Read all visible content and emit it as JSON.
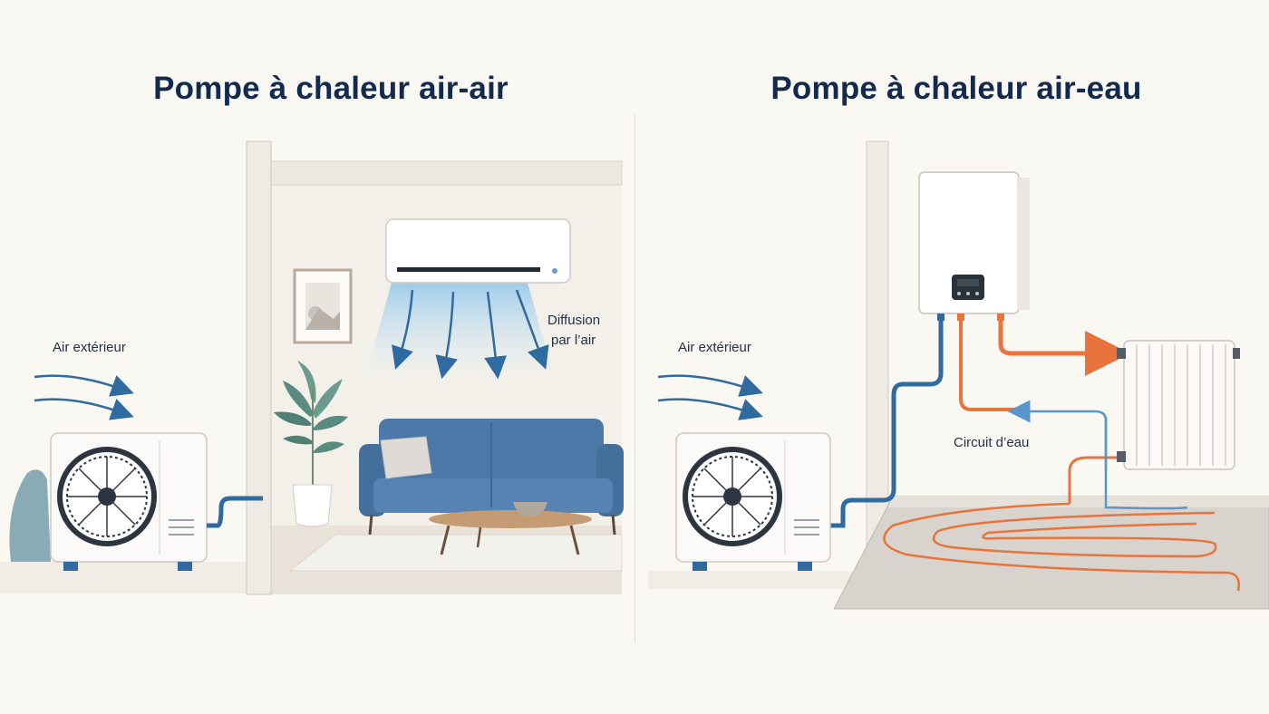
{
  "left_panel": {
    "title": "Pompe à chaleur air-air",
    "outdoor_label": "Air extérieur",
    "diffusion_label_line1": "Diffusion",
    "diffusion_label_line2": "par l’air"
  },
  "right_panel": {
    "title": "Pompe à chaleur air-eau",
    "outdoor_label": "Air extérieur",
    "circuit_label": "Circuit d’eau"
  },
  "colors": {
    "title": "#13294d",
    "cold_pipe": "#2f6aa1",
    "hot_pipe": "#e8743b",
    "sofa": "#4d79a8",
    "wall": "#f2efea"
  }
}
